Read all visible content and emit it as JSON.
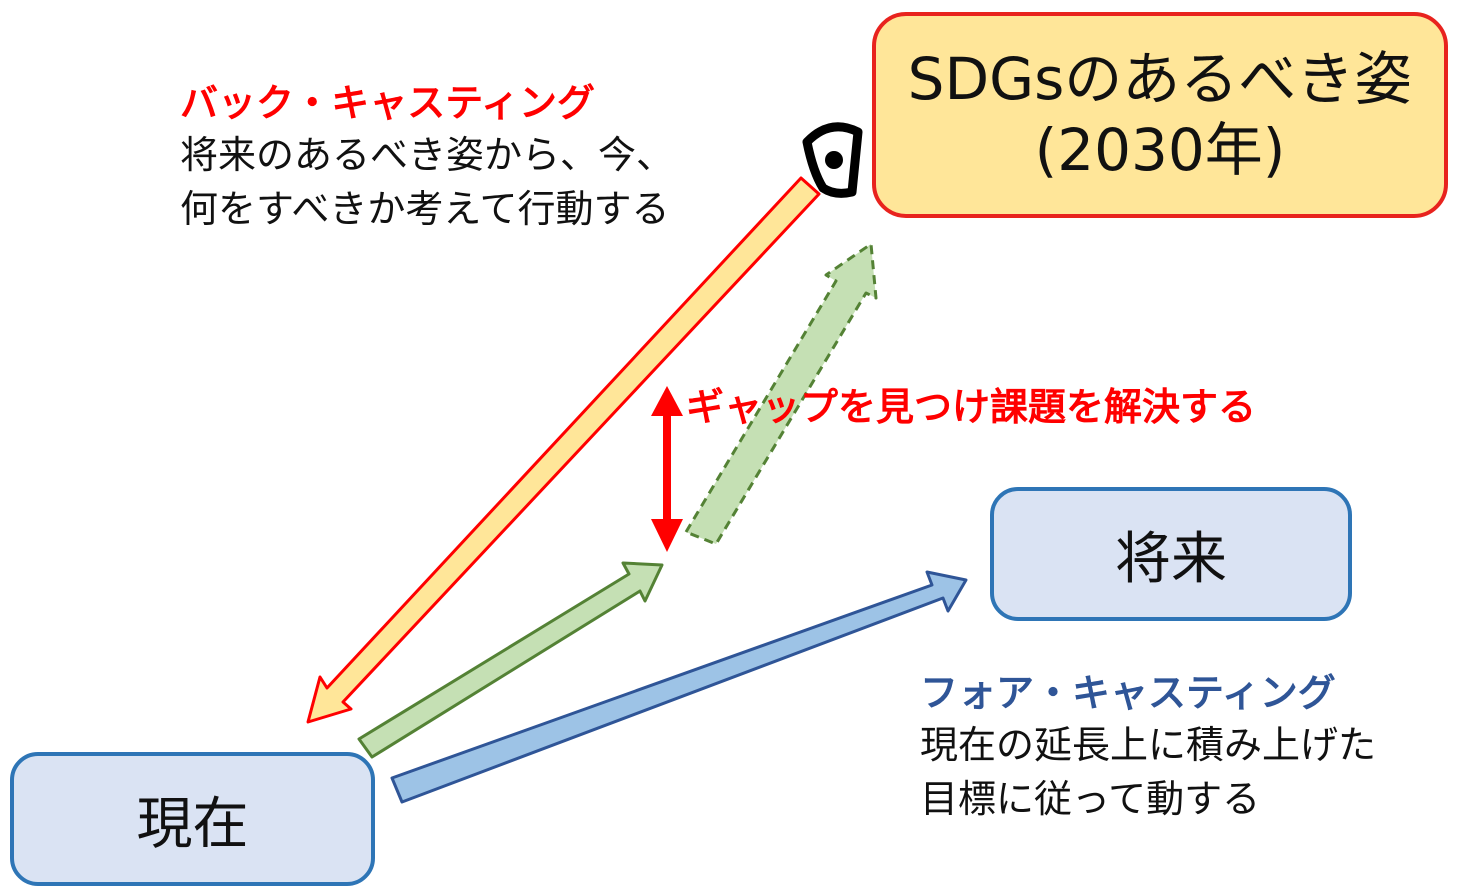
{
  "boxes": {
    "goal": {
      "line1": "SDGsのあるべき姿",
      "line2": "(2030年)"
    },
    "future": "将来",
    "now": "現在"
  },
  "backcasting": {
    "heading": "バック・キャスティング",
    "line1": "将来のあるべき姿から、今、",
    "line2": "何をすべきか考えて行動する"
  },
  "forecasting": {
    "heading": "フォア・キャスティング",
    "line1": "現在の延長上に積み上げた",
    "line2": "目標に従って動する"
  },
  "gap_label": "ギャップを見つけ課題を解決する",
  "colors": {
    "red": "#FF0000",
    "goal_fill": "#FFE699",
    "box_fill": "#DAE3F3",
    "box_border": "#2E75B6",
    "orange_arrow": "#FFE699",
    "green_arrow": "#C5E0B4",
    "green_border": "#548235",
    "blue_arrow": "#9DC3E6",
    "blue_border": "#2F5597",
    "forecast_heading": "#2F5597"
  },
  "icons": {
    "eye": "eye-icon"
  }
}
